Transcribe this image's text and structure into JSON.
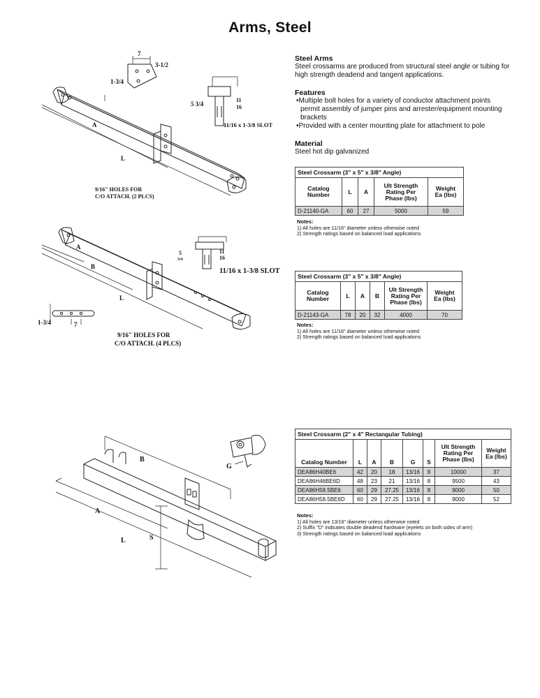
{
  "page_title": "Arms, Steel",
  "intro": {
    "heading": "Steel Arms",
    "text": [
      "Steel crossarms are produced from structural steel angle or tubing for",
      "high strength deadend and tangent applications."
    ]
  },
  "features": {
    "heading": "Features",
    "items": [
      [
        "Multiple bolt holes for a variety of conductor attachment points",
        "permit assembly of jumper pins and arrester/equipment mounting",
        "brackets"
      ],
      [
        "Provided with a center mounting plate for attachment to pole"
      ]
    ]
  },
  "material": {
    "heading": "Material",
    "text": "Steel hot dip galvanized"
  },
  "table1": {
    "caption": "Steel Crossarm (3\" x 5\" x 3/8\" Angle)",
    "headers": [
      [
        "Catalog",
        "Number"
      ],
      [
        "L"
      ],
      [
        "A"
      ],
      [
        "Ult Strength",
        "Rating Per",
        "Phase (lbs)"
      ],
      [
        "Weight",
        "Ea (lbs)"
      ]
    ],
    "rows": [
      [
        "D-21140-GA",
        "60",
        "27",
        "5000",
        "59"
      ]
    ],
    "notes_heading": "Notes:",
    "notes": [
      "1) All holes are 11/16\" diameter unless otherwise noted",
      "2) Strength ratings based on balanced load applications"
    ]
  },
  "table2": {
    "caption": "Steel Crossarm (3\" x 5\" x 3/8\" Angle)",
    "headers": [
      [
        "Catalog",
        "Number"
      ],
      [
        "L"
      ],
      [
        "A"
      ],
      [
        "B"
      ],
      [
        "Ult Strength",
        "Rating Per",
        "Phase (lbs)"
      ],
      [
        "Weight",
        "Ea (lbs)"
      ]
    ],
    "rows": [
      [
        "D-21143-GA",
        "78",
        "20",
        "32",
        "4000",
        "70"
      ]
    ],
    "notes_heading": "Notes:",
    "notes": [
      "1) All holes are 11/16\" diameter unless otherwise noted",
      "2) Strength ratings based on balanced load applications"
    ]
  },
  "table3": {
    "caption": "Steel Crossarm (2\" x 4\" Rectangular Tubing)",
    "headers": [
      [
        "Catalog Number"
      ],
      [
        "L"
      ],
      [
        "A"
      ],
      [
        "B"
      ],
      [
        "G"
      ],
      [
        "S"
      ],
      [
        "Ult Strength",
        "Rating Per",
        "Phase (lbs)"
      ],
      [
        "Weight",
        "Ea (lbs)"
      ]
    ],
    "rows": [
      [
        "DEA86H40BE6",
        "42",
        "20",
        "18",
        "13/16",
        "8",
        "10000",
        "37"
      ],
      [
        "DEA86H46BE6D",
        "48",
        "23",
        "21",
        "13/16",
        "8",
        "9500",
        "43"
      ],
      [
        "DEA86H58.5BE6",
        "60",
        "29",
        "27.25",
        "13/16",
        "8",
        "9000",
        "50"
      ],
      [
        "DEA86H58.5BE6D",
        "60",
        "29",
        "27.25",
        "13/16",
        "8",
        "9000",
        "52"
      ]
    ],
    "notes_heading": "Notes:",
    "notes": [
      "1) All holes are 13/16\" diameter unless otherwise noted",
      "2) Suffix \"D\" indicates double deadend hardware (eyelets on both sides of arm)",
      "3) Strength ratings based on balanced load applications"
    ]
  },
  "drawing1": {
    "labels": {
      "dim_7": "7",
      "dim_3_half": "3-1/2",
      "dim_1_3_4": "1-3/4",
      "dim_5_3_4": "5 3/4",
      "dim_11": "11",
      "dim_16": "16",
      "slot": "11/16 x 1-3/8 SLOT",
      "A": "A",
      "L": "L",
      "holes_1": "9/16\" HOLES FOR",
      "holes_2": "C/O ATTACH. (2 PLCS)"
    }
  },
  "drawing2": {
    "labels": {
      "A": "A",
      "B": "B",
      "L": "L",
      "dim_5": "5",
      "dim_3_4": "3/4",
      "dim_11": "11",
      "dim_16": "16",
      "slot": "11/16 x 1-3/8 SLOT",
      "dim_1_3_4": "1-3/4",
      "dim_7": "7",
      "holes_1": "9/16\" HOLES FOR",
      "holes_2": "C/O ATTACH. (4 PLCS)"
    }
  },
  "drawing3": {
    "labels": {
      "B": "B",
      "A": "A",
      "L": "L",
      "S": "S",
      "G": "G"
    }
  }
}
